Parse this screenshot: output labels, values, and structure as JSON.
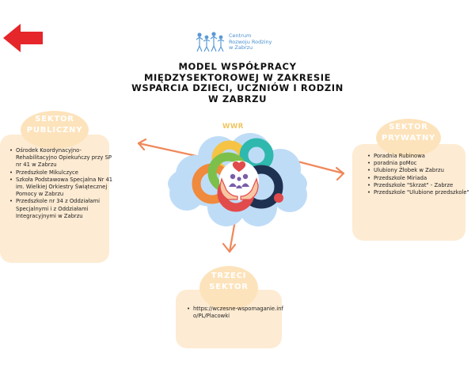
{
  "logo": {
    "line1": "Centrum",
    "line2": "Rozwoju Rodziny",
    "line3": "w Zabrzu"
  },
  "title": {
    "line1": "MODEL WSPÓŁPRACY",
    "line2": "MIĘDZYSEKTOROWEJ W ZAKRESIE",
    "line3": "WSPARCIA DZIECI, UCZNIÓW I RODZIN",
    "line4": "W ZABRZU"
  },
  "center_label": "WWR",
  "sectors": {
    "public": {
      "label_line1": "SEKTOR",
      "label_line2": "PUBLICZNY",
      "items": [
        "Ośrodek Koordynacyjno-Rehabilitacyjno Opiekuńczy przy SP nr 41 w Zabrzu",
        "Przedszkole Mikulczyce",
        "Szkoła Podstawowa Specjalna Nr 41 im. Wielkiej Orkiestry Świątecznej Pomocy w Zabrzu",
        "Przedszkole nr 34 z Oddziałami Specjalnymi i z Oddziałami Integracyjnymi w Zabrzu"
      ]
    },
    "private": {
      "label_line1": "SEKTOR",
      "label_line2": "PRYWATNY",
      "items": [
        "Poradnia Rubinowa",
        "poradnia poMoc",
        "Ulubiony Żłobek w Zabrzu",
        "Przedszkole Miriada",
        "Przedszkole \"Skrzat\" - Zabrze",
        "Przedszkole \"Ulubione przedszkole\""
      ]
    },
    "third": {
      "label_line1": "TRZECI",
      "label_line2": "SEKTOR",
      "items": [
        "https://wczesne-wspomaganie.info/PL/Placowki"
      ]
    }
  },
  "colors": {
    "arrow_back": "#e5262a",
    "connector": "#f0885a",
    "box_bg": "#fdebd3",
    "label_bg": "#fde3bb",
    "cloud": "#bfdcf7",
    "ring_yellow": "#f6c344",
    "ring_teal": "#2fb8ae",
    "ring_green": "#7cc04b",
    "ring_orange": "#f08a3c",
    "ring_navy": "#1f3150",
    "ring_red": "#e14b4b"
  },
  "icons": [
    "back-arrow-icon",
    "logo-people-icon",
    "hands-family-heart-icon"
  ]
}
